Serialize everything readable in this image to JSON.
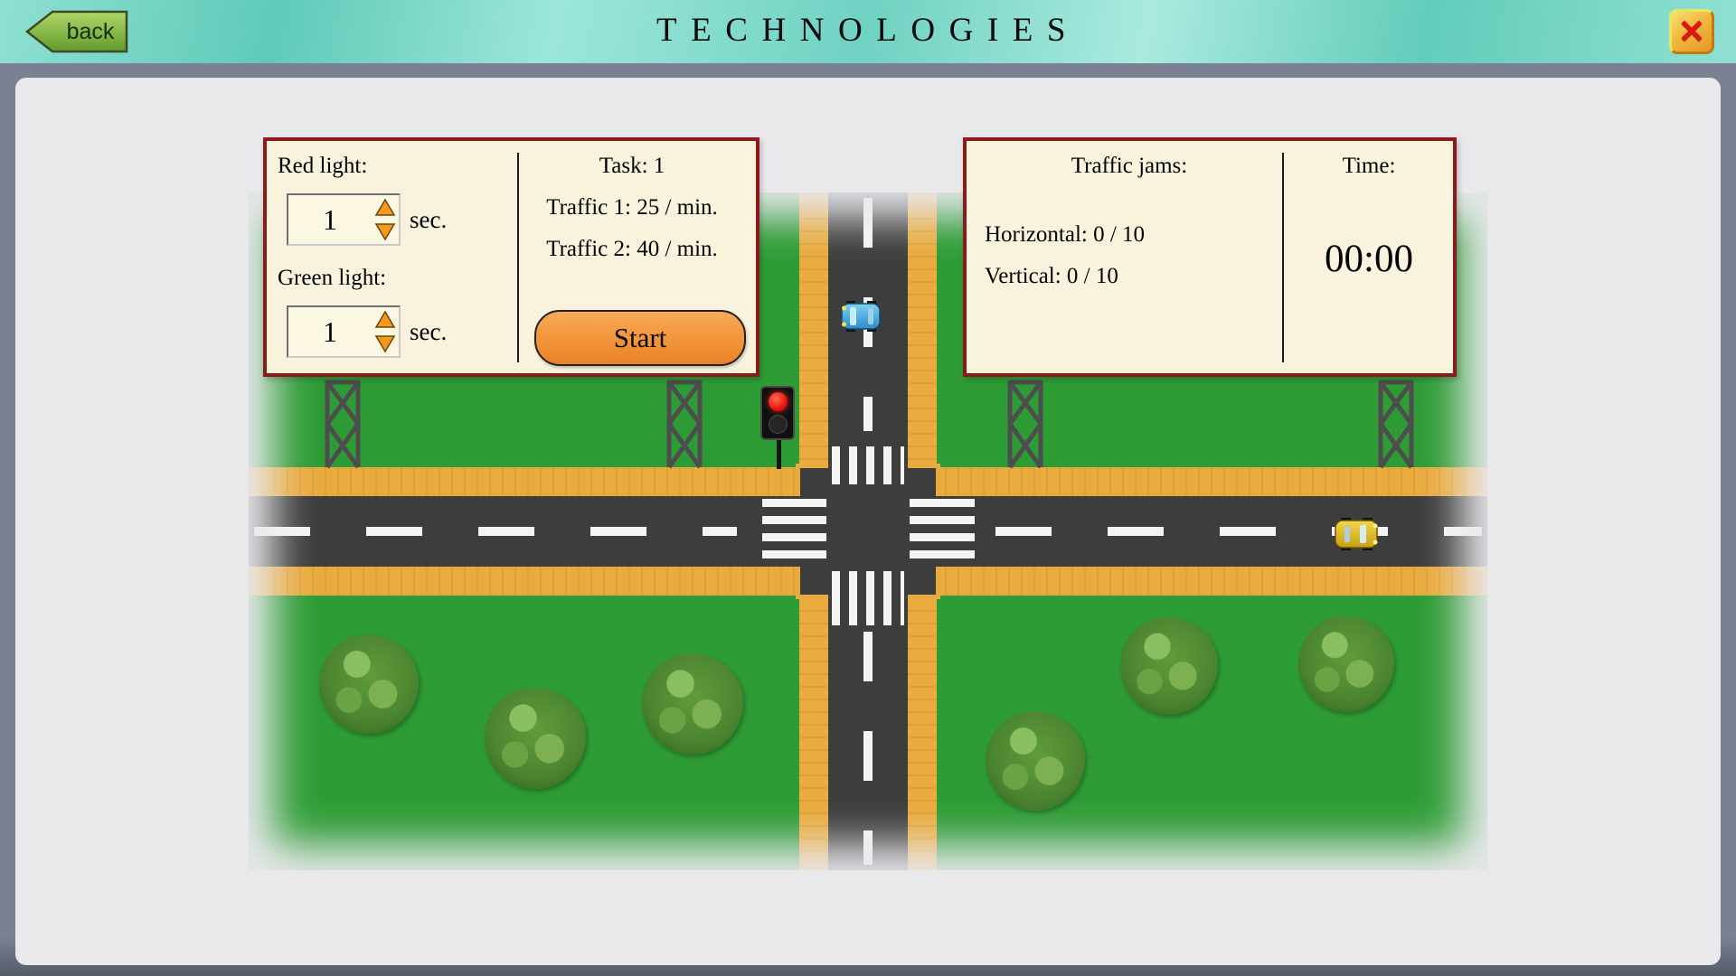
{
  "header": {
    "back_label": "back",
    "title": "TECHNOLOGIES",
    "close_label": "✕"
  },
  "control_panel": {
    "red_light_label": "Red light:",
    "red_light_value": "1",
    "green_light_label": "Green light:",
    "green_light_value": "1",
    "sec_label": "sec.",
    "task_label": "Task: 1",
    "traffic1_label": "Traffic 1: 25 / min.",
    "traffic2_label": "Traffic 2: 40 / min.",
    "start_label": "Start"
  },
  "stats_panel": {
    "jams_title": "Traffic jams:",
    "horizontal_label": "Horizontal: 0 / 10",
    "vertical_label": "Vertical: 0 / 10",
    "time_title": "Time:",
    "time_value": "00:00"
  },
  "scene": {
    "traffic_light_state": "red",
    "colors": {
      "grass": "#2d9c35",
      "road": "#3d3d3d",
      "sidewalk": "#e9ab3e",
      "panel_bg": "#f9f3dd",
      "panel_border": "#8b1b1b",
      "accent_orange": "#f0943a",
      "topbar_teal": "#7fd6c8",
      "window_frame": "#7b8192"
    }
  }
}
